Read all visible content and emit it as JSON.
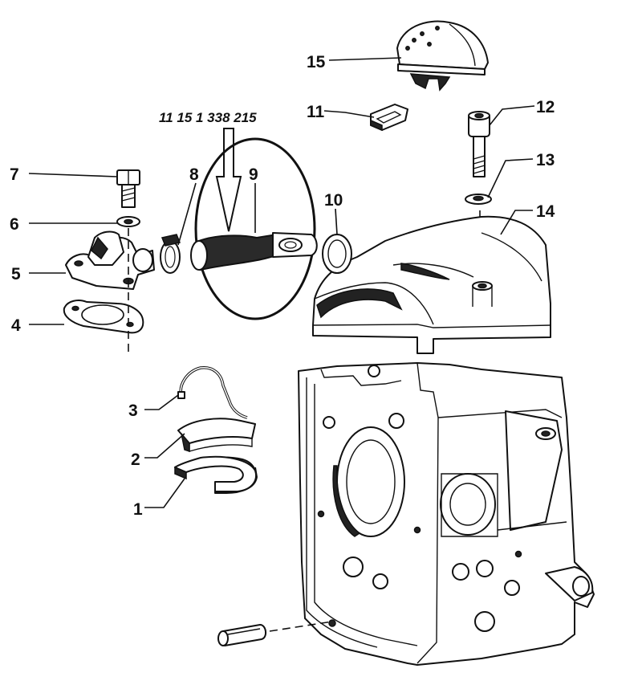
{
  "diagram": {
    "part_number_callout": "11 15 1 338 215",
    "labels": {
      "l1": "1",
      "l2": "2",
      "l3": "3",
      "l4": "4",
      "l5": "5",
      "l6": "6",
      "l7": "7",
      "l8": "8",
      "l9": "9",
      "l10": "10",
      "l11": "11",
      "l12": "12",
      "l13": "13",
      "l14": "14",
      "l15": "15"
    }
  }
}
